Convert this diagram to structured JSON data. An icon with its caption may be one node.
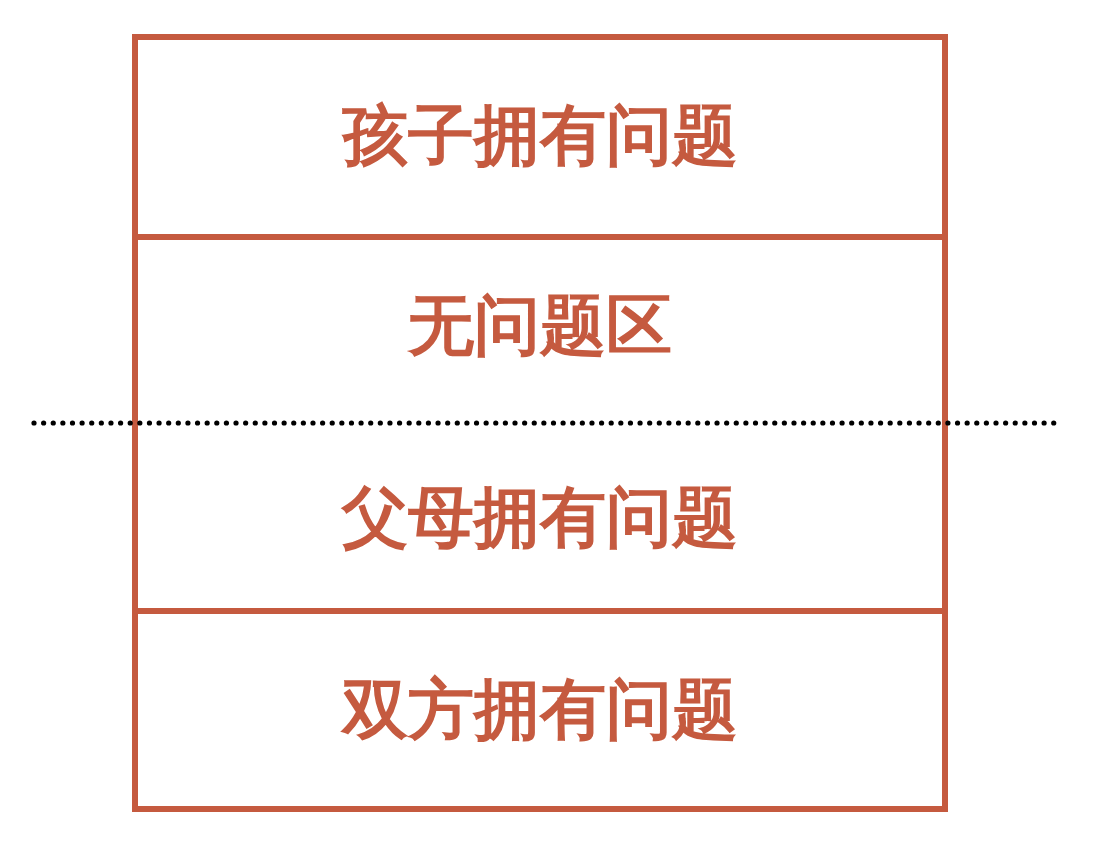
{
  "diagram": {
    "nodes": [
      {
        "text": [
          "孩子拥有问题"
        ]
      },
      {
        "text": [
          "无问题区"
        ]
      },
      {
        "text": [
          "父母拥有问题"
        ]
      },
      {
        "text": [
          "双方拥有问题"
        ]
      }
    ]
  }
}
